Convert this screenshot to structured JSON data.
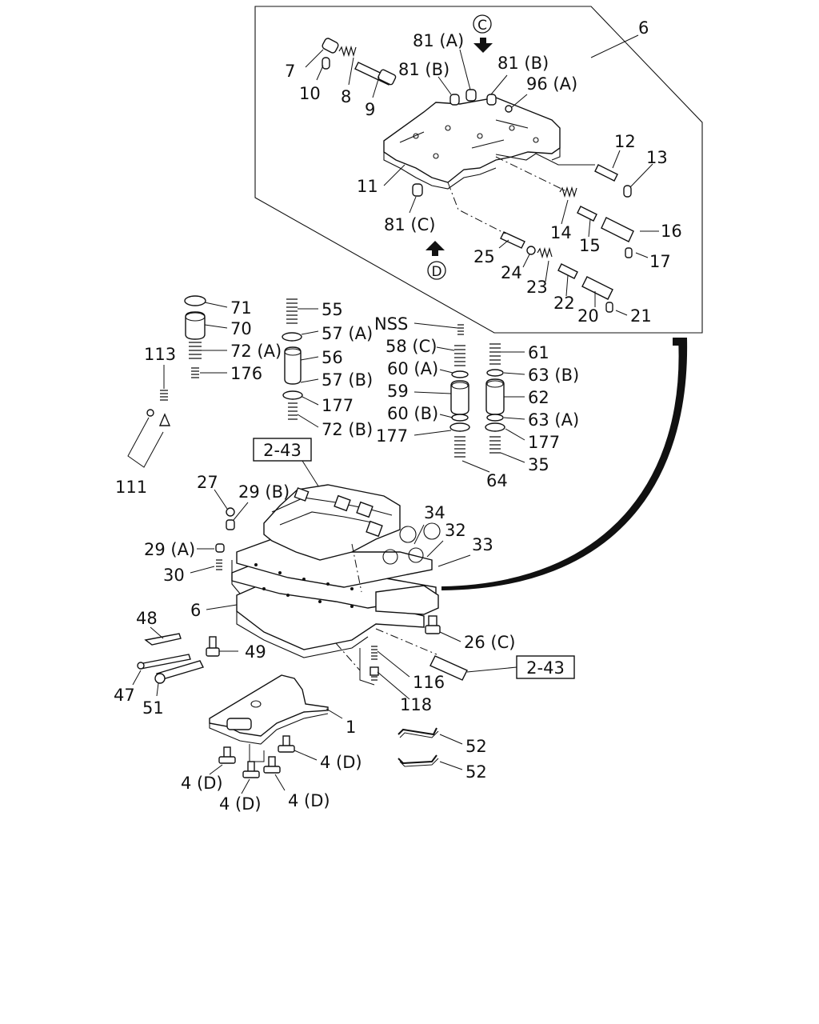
{
  "diagram": {
    "labels": {
      "l6top": "6",
      "l81a": "81 (A)",
      "l81b1": "81 (B)",
      "l81b2": "81 (B)",
      "l96a": "96 (A)",
      "l7": "7",
      "l10": "10",
      "l8": "8",
      "l9": "9",
      "l11": "11",
      "l12": "12",
      "l13": "13",
      "l81c": "81 (C)",
      "l14": "14",
      "l15": "15",
      "l16": "16",
      "l17": "17",
      "l25": "25",
      "l24": "24",
      "l23": "23",
      "l22": "22",
      "l20": "20",
      "l21": "21",
      "l71": "71",
      "l70": "70",
      "l72a": "72 (A)",
      "l176": "176",
      "l113": "113",
      "l111": "111",
      "l55": "55",
      "l57a": "57 (A)",
      "l56": "56",
      "l57b": "57 (B)",
      "l177a": "177",
      "l72b": "72 (B)",
      "lnss": "NSS",
      "l58c": "58 (C)",
      "l60a": "60 (A)",
      "l59": "59",
      "l60b": "60 (B)",
      "l177b": "177",
      "l64": "64",
      "l61": "61",
      "l63b": "63 (B)",
      "l62": "62",
      "l63a": "63 (A)",
      "l177c": "177",
      "l35": "35",
      "l27": "27",
      "l29b": "29 (B)",
      "l29a": "29 (A)",
      "l30": "30",
      "l34": "34",
      "l32": "32",
      "l33": "33",
      "l6mid": "6",
      "l48": "48",
      "l49": "49",
      "l47": "47",
      "l51": "51",
      "l26c": "26 (C)",
      "l116": "116",
      "l118": "118",
      "l1": "1",
      "l52a": "52",
      "l52b": "52",
      "l4d1": "4 (D)",
      "l4d2": "4 (D)",
      "l4d3": "4 (D)",
      "l4d4": "4 (D)"
    },
    "circled": {
      "c": "C",
      "d": "D"
    },
    "refs": {
      "ref1": "2-43",
      "ref2": "2-43"
    }
  }
}
